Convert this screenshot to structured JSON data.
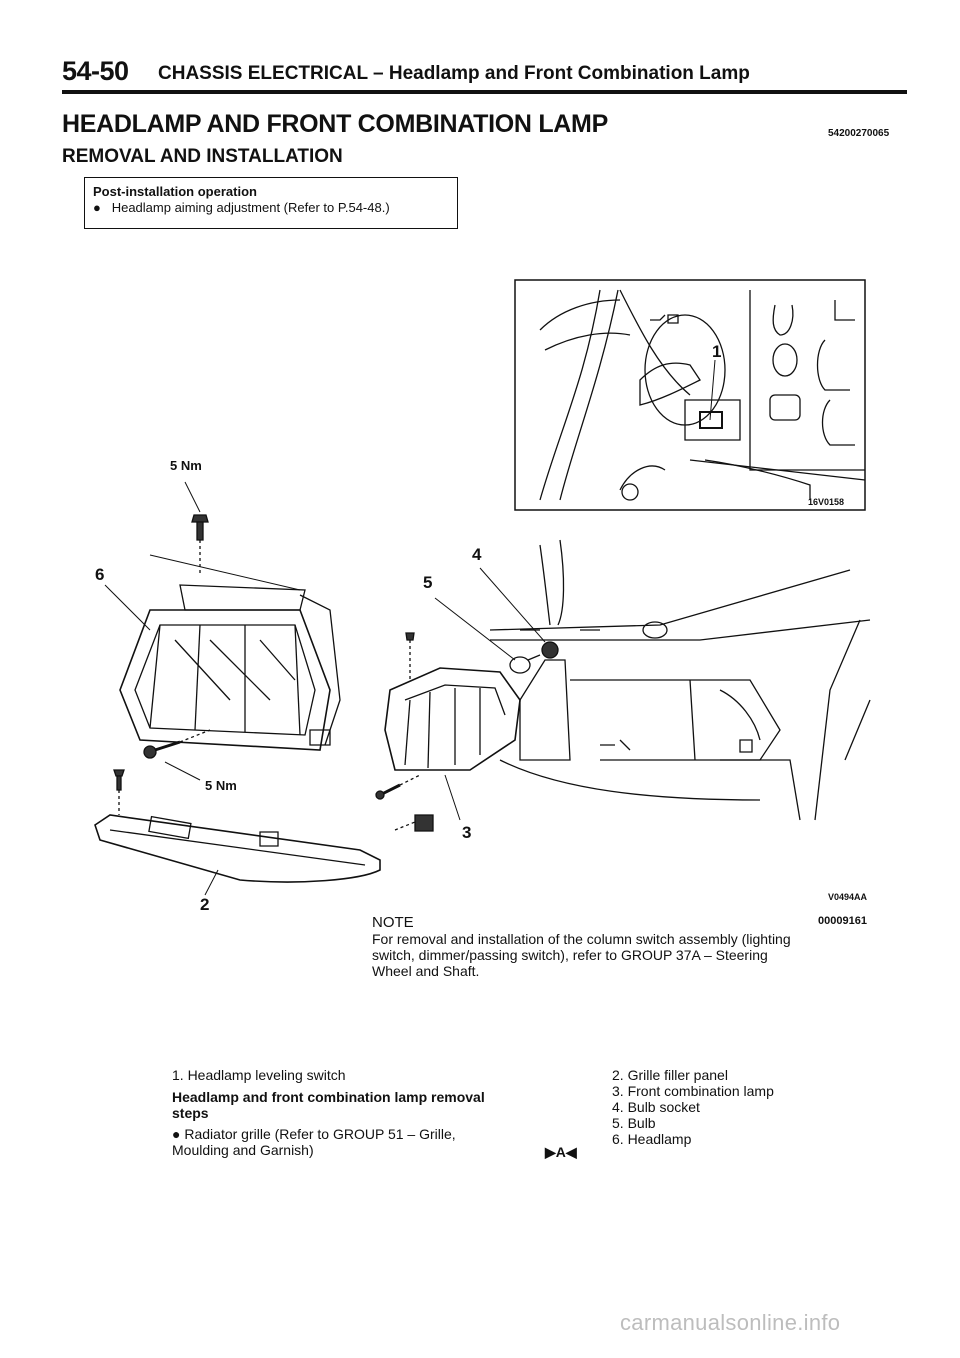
{
  "header": {
    "page_number": "54-50",
    "section_title": "CHASSIS ELECTRICAL – Headlamp and Front Combination Lamp"
  },
  "title": "HEADLAMP AND FRONT COMBINATION LAMP",
  "doc_id": "54200270065",
  "subtitle": "REMOVAL AND INSTALLATION",
  "post_installation": {
    "heading": "Post-installation operation",
    "item": "Headlamp aiming adjustment (Refer to P.54-48.)"
  },
  "diagram": {
    "torque_top": "5 Nm",
    "torque_bottom": "5 Nm",
    "inset_code": "16V0158",
    "figure_code": "V0494AA",
    "callouts": [
      "1",
      "2",
      "3",
      "4",
      "5",
      "6"
    ]
  },
  "figure_id": "00009161",
  "note": {
    "heading": "NOTE",
    "text": "For removal and installation of the column switch assembly (lighting switch, dimmer/passing switch), refer to GROUP 37A – Steering Wheel and Shaft."
  },
  "steps": {
    "item1": "1. Headlamp leveling switch",
    "heading": "Headlamp and front combination lamp removal steps",
    "prep": "Radiator grille (Refer to GROUP 51 – Grille, Moulding and Garnish)",
    "marker": "▶A◀",
    "items_right": [
      "2. Grille filler panel",
      "3. Front combination lamp",
      "4. Bulb socket",
      "5. Bulb",
      "6. Headlamp"
    ]
  },
  "footer": "carmanualsonline.info"
}
